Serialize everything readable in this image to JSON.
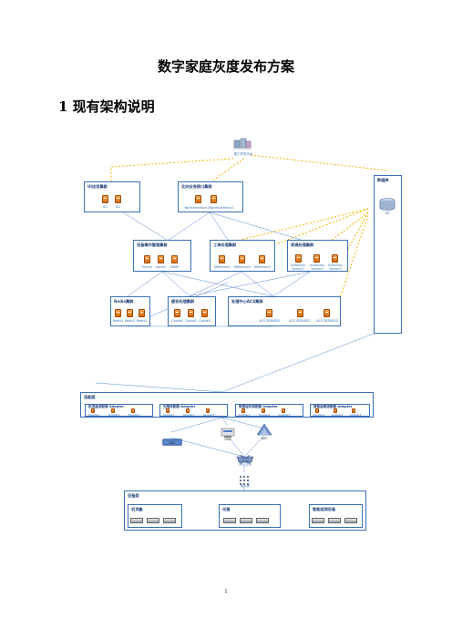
{
  "doc": {
    "title": "数字家庭灰度发布方案",
    "section": "1 现有架构说明",
    "page_number": "1"
  },
  "diagram": {
    "top_platform": "能力开放平台",
    "ui_cluster": {
      "title": "UI应用集群",
      "nodes": [
        "UI1",
        "UI2"
      ]
    },
    "northbound_cluster": {
      "title": "北向业务接口集群",
      "nodes": [
        "NorthInterface1",
        "NorthInterface2"
      ]
    },
    "database": {
      "title": "数据库",
      "node": "DB"
    },
    "device_mgmt_cluster": {
      "title": "设备操作管理集群",
      "nodes": [
        "Oams1",
        "Oams2",
        "OAM3"
      ]
    },
    "work_cluster": {
      "title": "工单处理集群",
      "nodes": [
        "NBServer1",
        "NBServer2",
        "NBServer3"
      ]
    },
    "resource_cluster": {
      "title": "资源处理集群",
      "nodes": [
        "Inventory Server1",
        "Inventory Server2",
        "Inventory Server3"
      ]
    },
    "redis_cluster": {
      "title": "Redis集群",
      "nodes": [
        "Redis1",
        "Redis2",
        "Redis3"
      ]
    },
    "cache_cluster": {
      "title": "缓存处理集群",
      "nodes": [
        "Cache1",
        "Cache2",
        "Cache3"
      ]
    },
    "acs_cluster": {
      "title": "处理中心ACS集群",
      "nodes": [
        "ACS SERVER1",
        "ACS SERVER2",
        "ACS SERVER3"
      ]
    },
    "adapter_layer": {
      "title": "适配层",
      "groups": [
        {
          "title": "机顶盒适配器 Adapter",
          "nodes": [
            "Adapter1",
            "Adapter2",
            "Adapter3"
          ]
        },
        {
          "title": "光猫适配器 Adapter",
          "nodes": [
            "Adapter1",
            "Adapter2",
            "Adapter3"
          ]
        },
        {
          "title": "家庭组件适配器 Adapter",
          "nodes": [
            "Adapter1",
            "Adapter2",
            "Adapter3"
          ]
        },
        {
          "title": "智能组网适配器 Adapter",
          "nodes": [
            "Adapter1",
            "Adapter2",
            "Adapter3"
          ]
        }
      ]
    },
    "network": {
      "fw": "FW",
      "dns": "DNS",
      "nat": "NAT",
      "core": "核心交换",
      "access": "接入网"
    },
    "device_layer": {
      "title": "设备层",
      "groups": [
        "机顶盒",
        "光猫",
        "智能组网设备"
      ]
    }
  }
}
